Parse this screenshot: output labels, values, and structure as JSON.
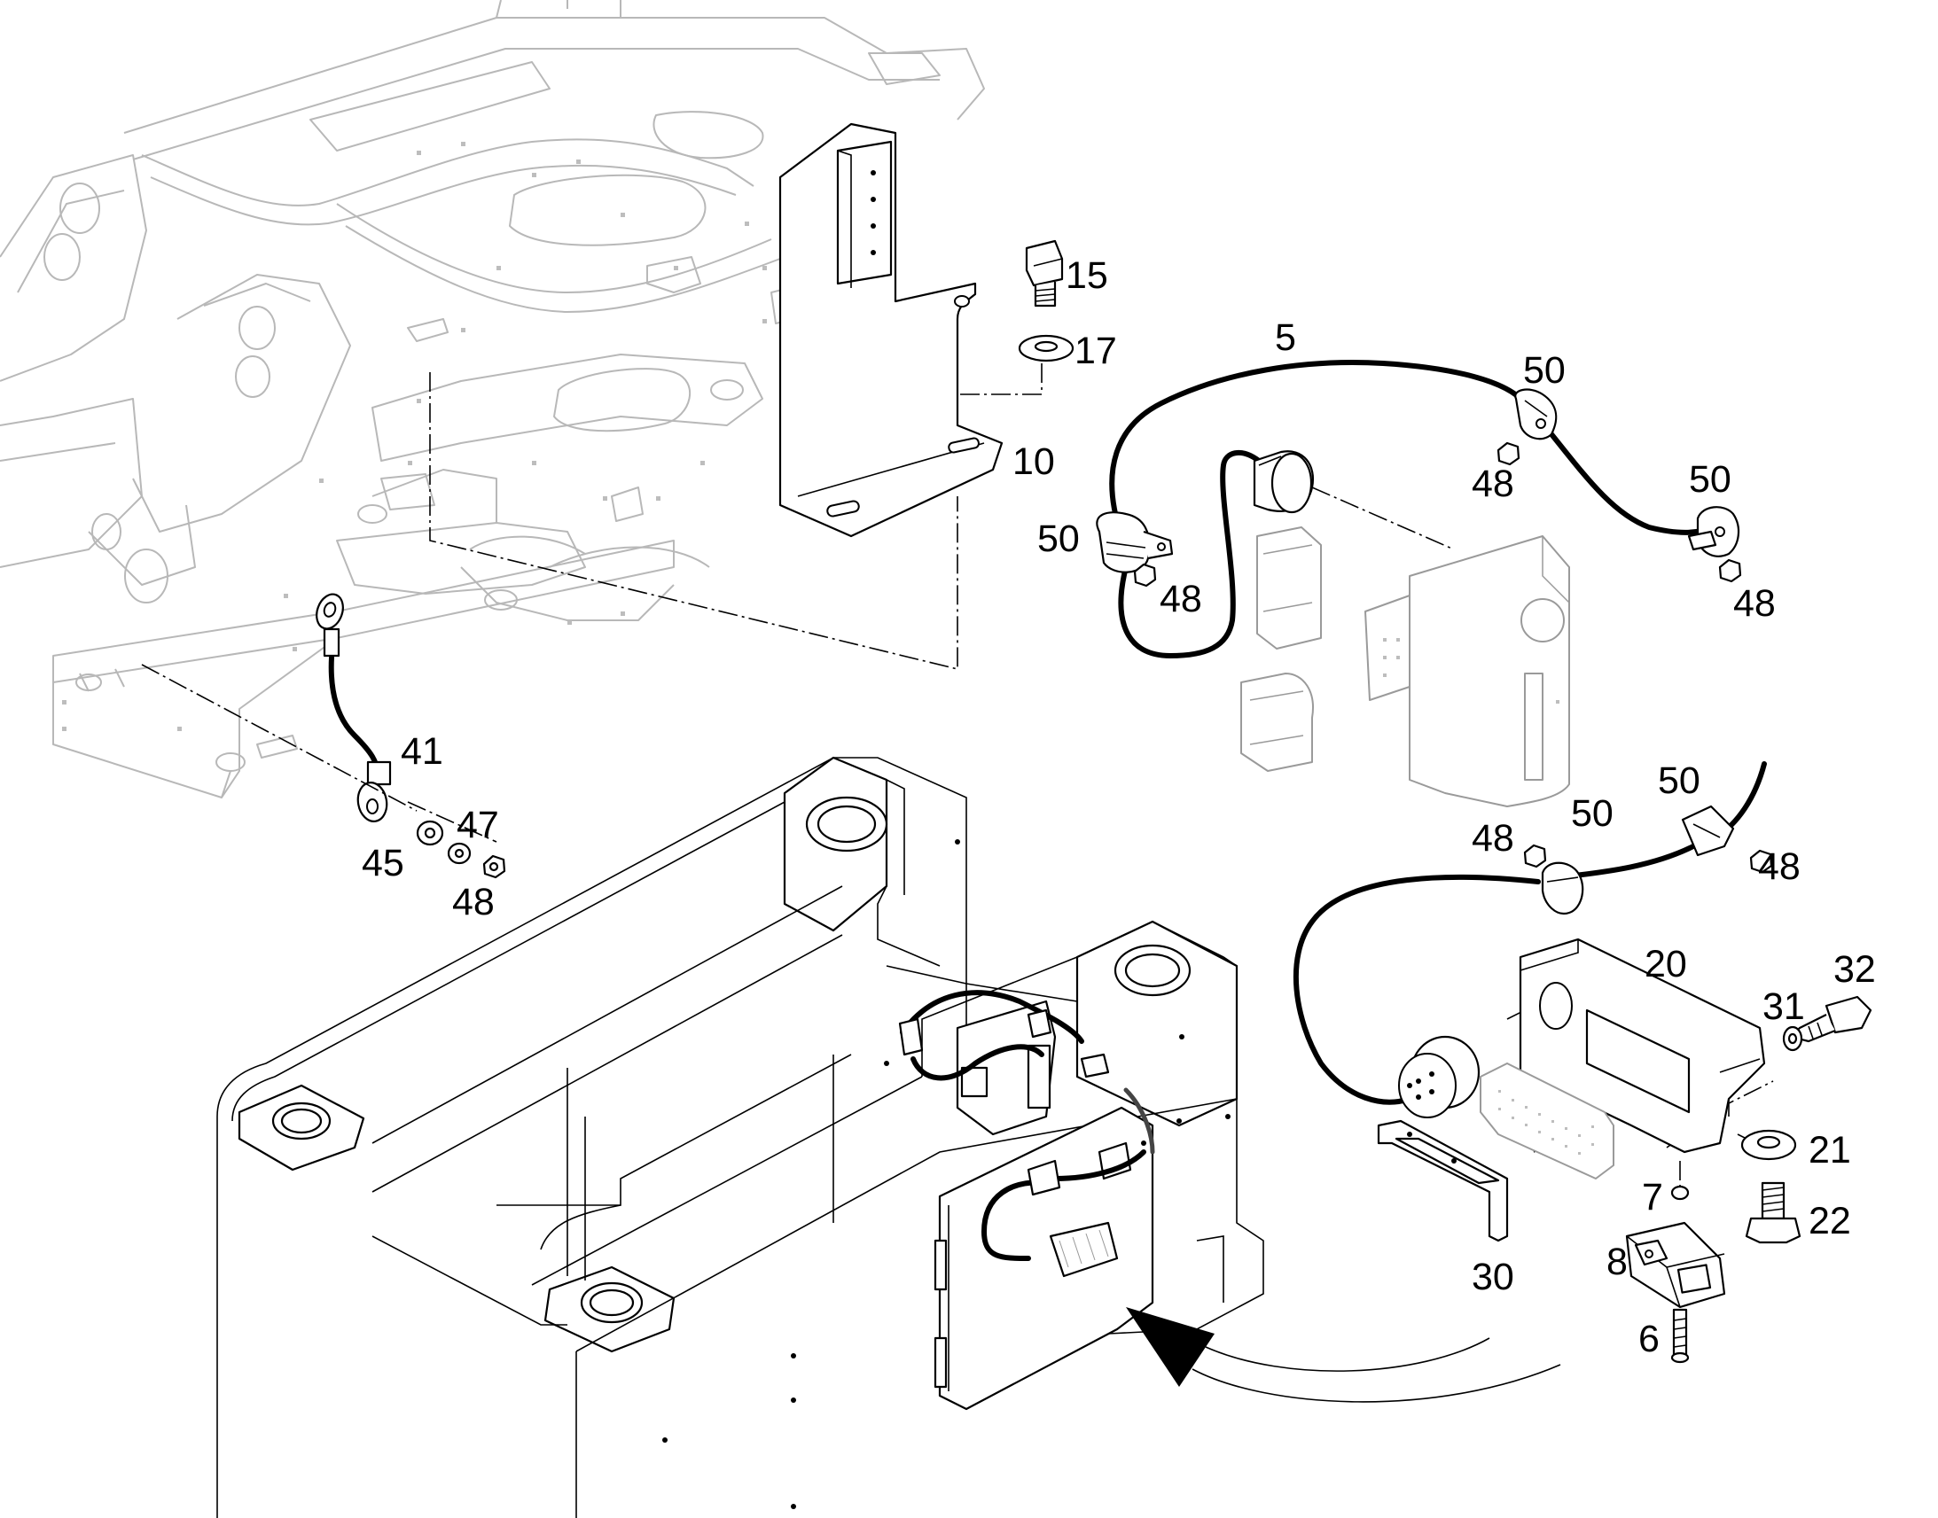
{
  "callouts": [
    {
      "id": "c15",
      "text": "15"
    },
    {
      "id": "c17",
      "text": "17"
    },
    {
      "id": "c10",
      "text": "10"
    },
    {
      "id": "c5",
      "text": "5"
    },
    {
      "id": "c50a",
      "text": "50"
    },
    {
      "id": "c48a",
      "text": "48"
    },
    {
      "id": "c50b",
      "text": "50"
    },
    {
      "id": "c48b",
      "text": "48"
    },
    {
      "id": "c50c",
      "text": "50"
    },
    {
      "id": "c48c",
      "text": "48"
    },
    {
      "id": "c41",
      "text": "41"
    },
    {
      "id": "c47",
      "text": "47"
    },
    {
      "id": "c45",
      "text": "45"
    },
    {
      "id": "c48d",
      "text": "48"
    },
    {
      "id": "c50d",
      "text": "50"
    },
    {
      "id": "c50e",
      "text": "50"
    },
    {
      "id": "c48e",
      "text": "48"
    },
    {
      "id": "c48f",
      "text": "48"
    },
    {
      "id": "c20",
      "text": "20"
    },
    {
      "id": "c32",
      "text": "32"
    },
    {
      "id": "c31",
      "text": "31"
    },
    {
      "id": "c21",
      "text": "21"
    },
    {
      "id": "c7",
      "text": "7"
    },
    {
      "id": "c22",
      "text": "22"
    },
    {
      "id": "c8",
      "text": "8"
    },
    {
      "id": "c30",
      "text": "30"
    },
    {
      "id": "c6",
      "text": "6"
    }
  ],
  "colors": {
    "background": "#ffffff",
    "line": "#000000",
    "frame_grey": "#b8b8b8"
  }
}
